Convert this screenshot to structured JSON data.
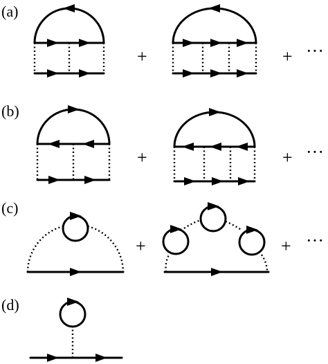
{
  "panels": [
    {
      "label": "(a)",
      "operators": [
        "+",
        "+",
        "···"
      ]
    },
    {
      "label": "(b)",
      "operators": [
        "+",
        "+",
        "···"
      ]
    },
    {
      "label": "(c)",
      "operators": [
        "+",
        "+",
        "···"
      ]
    },
    {
      "label": "(d)"
    }
  ]
}
